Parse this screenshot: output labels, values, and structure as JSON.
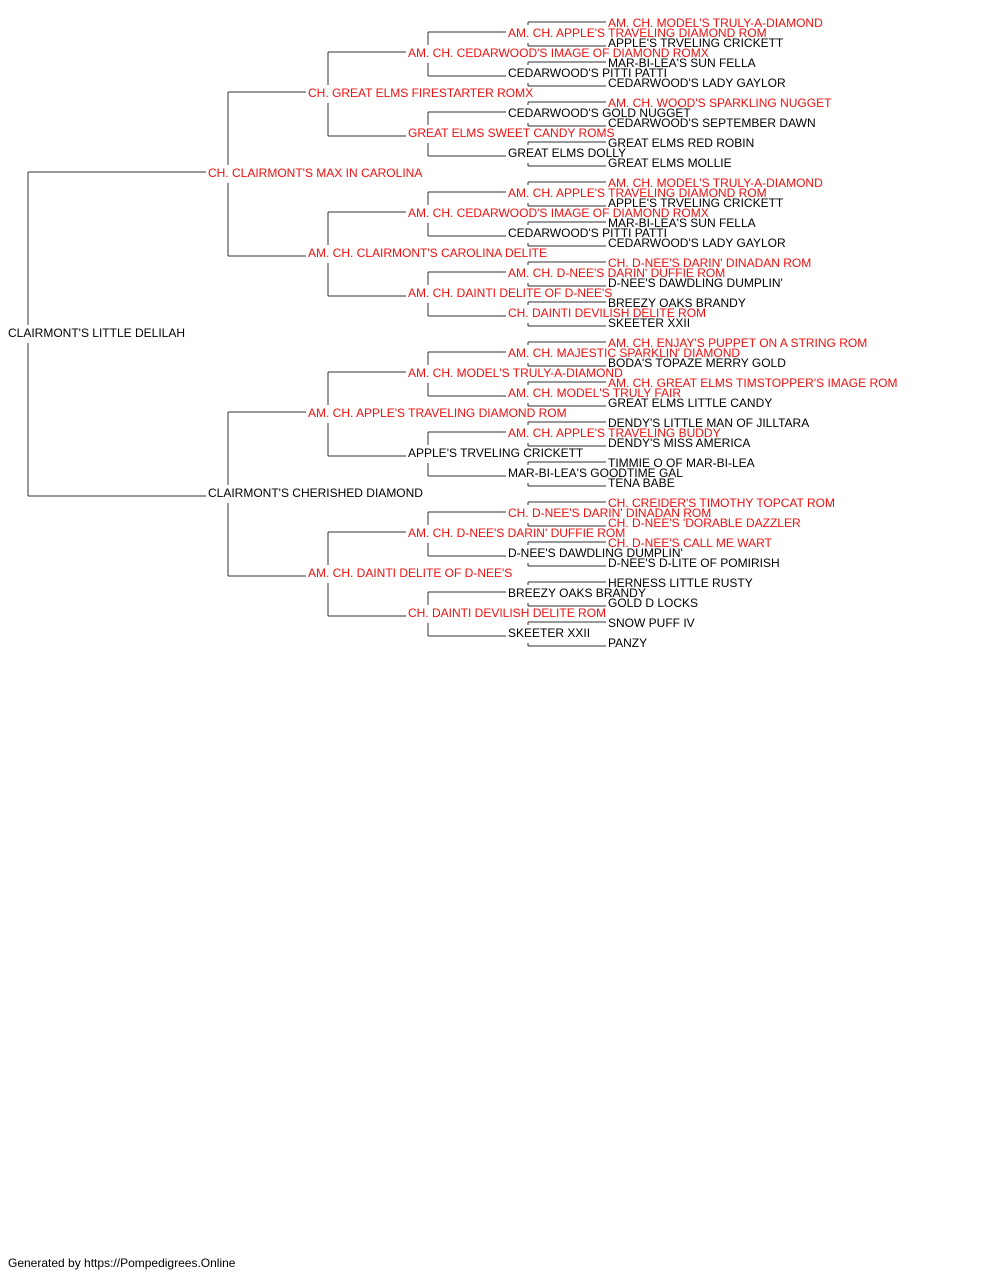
{
  "colors": {
    "champion": "#ee1111",
    "regular": "#000000",
    "line": "#333333"
  },
  "pedigree": {
    "name": "CLAIRMONT'S LITTLE DELILAH",
    "champion": false,
    "sire": {
      "name": "CH. CLAIRMONT'S MAX IN CAROLINA",
      "champion": true,
      "sire": {
        "name": "CH. GREAT ELMS FIRESTARTER ROMX",
        "champion": true,
        "sire": {
          "name": "AM. CH. CEDARWOOD'S IMAGE OF DIAMOND ROMX",
          "champion": true,
          "sire": {
            "name": "AM. CH. APPLE'S TRAVELING DIAMOND ROM",
            "champion": true,
            "sire": {
              "name": "AM. CH. MODEL'S TRULY-A-DIAMOND",
              "champion": true
            },
            "dam": {
              "name": "APPLE'S TRVELING CRICKETT",
              "champion": false
            }
          },
          "dam": {
            "name": "CEDARWOOD'S PITTI PATTI",
            "champion": false,
            "sire": {
              "name": "MAR-BI-LEA'S SUN FELLA",
              "champion": false
            },
            "dam": {
              "name": "CEDARWOOD'S LADY GAYLOR",
              "champion": false
            }
          }
        },
        "dam": {
          "name": "GREAT ELMS SWEET CANDY ROMS",
          "champion": true,
          "sire": {
            "name": "CEDARWOOD'S GOLD NUGGET",
            "champion": false,
            "sire": {
              "name": "AM. CH. WOOD'S SPARKLING NUGGET",
              "champion": true
            },
            "dam": {
              "name": "CEDARWOOD'S SEPTEMBER DAWN",
              "champion": false
            }
          },
          "dam": {
            "name": "GREAT ELMS DOLLY",
            "champion": false,
            "sire": {
              "name": "GREAT ELMS RED ROBIN",
              "champion": false
            },
            "dam": {
              "name": "GREAT ELMS MOLLIE",
              "champion": false
            }
          }
        }
      },
      "dam": {
        "name": "AM. CH. CLAIRMONT'S CAROLINA DELITE",
        "champion": true,
        "sire": {
          "name": "AM. CH. CEDARWOOD'S IMAGE OF DIAMOND ROMX",
          "champion": true,
          "sire": {
            "name": "AM. CH. APPLE'S TRAVELING DIAMOND ROM",
            "champion": true,
            "sire": {
              "name": "AM. CH. MODEL'S TRULY-A-DIAMOND",
              "champion": true
            },
            "dam": {
              "name": "APPLE'S TRVELING CRICKETT",
              "champion": false
            }
          },
          "dam": {
            "name": "CEDARWOOD'S PITTI PATTI",
            "champion": false,
            "sire": {
              "name": "MAR-BI-LEA'S SUN FELLA",
              "champion": false
            },
            "dam": {
              "name": "CEDARWOOD'S LADY GAYLOR",
              "champion": false
            }
          }
        },
        "dam": {
          "name": "AM. CH. DAINTI DELITE OF D-NEE'S",
          "champion": true,
          "sire": {
            "name": "AM. CH. D-NEE'S DARIN' DUFFIE ROM",
            "champion": true,
            "sire": {
              "name": "CH. D-NEE'S DARIN' DINADAN ROM",
              "champion": true
            },
            "dam": {
              "name": "D-NEE'S DAWDLING DUMPLIN'",
              "champion": false
            }
          },
          "dam": {
            "name": "CH. DAINTI DEVILISH DELITE ROM",
            "champion": true,
            "sire": {
              "name": "BREEZY OAKS BRANDY",
              "champion": false
            },
            "dam": {
              "name": "SKEETER XXII",
              "champion": false
            }
          }
        }
      }
    },
    "dam": {
      "name": "CLAIRMONT'S CHERISHED DIAMOND",
      "champion": false,
      "sire": {
        "name": "AM. CH. APPLE'S TRAVELING DIAMOND ROM",
        "champion": true,
        "sire": {
          "name": "AM. CH. MODEL'S TRULY-A-DIAMOND",
          "champion": true,
          "sire": {
            "name": "AM. CH. MAJESTIC SPARKLIN' DIAMOND",
            "champion": true,
            "sire": {
              "name": "AM. CH. ENJAY'S PUPPET ON A STRING ROM",
              "champion": true
            },
            "dam": {
              "name": "BODA'S TOPAZE MERRY GOLD",
              "champion": false
            }
          },
          "dam": {
            "name": "AM. CH. MODEL'S TRULY FAIR",
            "champion": true,
            "sire": {
              "name": "AM. CH. GREAT ELMS TIMSTOPPER'S IMAGE ROM",
              "champion": true
            },
            "dam": {
              "name": "GREAT ELMS LITTLE CANDY",
              "champion": false
            }
          }
        },
        "dam": {
          "name": "APPLE'S TRVELING CRICKETT",
          "champion": false,
          "sire": {
            "name": "AM. CH. APPLE'S TRAVELING BUDDY",
            "champion": true,
            "sire": {
              "name": "DENDY'S LITTLE MAN OF JILLTARA",
              "champion": false
            },
            "dam": {
              "name": "DENDY'S MISS AMERICA",
              "champion": false
            }
          },
          "dam": {
            "name": "MAR-BI-LEA'S GOODTIME GAL",
            "champion": false,
            "sire": {
              "name": "TIMMIE O OF MAR-BI-LEA",
              "champion": false
            },
            "dam": {
              "name": "TENA BABE",
              "champion": false
            }
          }
        }
      },
      "dam": {
        "name": "AM. CH. DAINTI DELITE OF D-NEE'S",
        "champion": true,
        "sire": {
          "name": "AM. CH. D-NEE'S DARIN' DUFFIE ROM",
          "champion": true,
          "sire": {
            "name": "CH. D-NEE'S DARIN' DINADAN ROM",
            "champion": true,
            "sire": {
              "name": "CH. CREIDER'S TIMOTHY TOPCAT ROM",
              "champion": true
            },
            "dam": {
              "name": "CH. D-NEE'S 'DORABLE DAZZLER",
              "champion": true
            }
          },
          "dam": {
            "name": "D-NEE'S DAWDLING DUMPLIN'",
            "champion": false,
            "sire": {
              "name": "CH. D-NEE'S CALL ME WART",
              "champion": true
            },
            "dam": {
              "name": "D-NEE'S D-LITE OF POMIRISH",
              "champion": false
            }
          }
        },
        "dam": {
          "name": "CH. DAINTI DEVILISH DELITE ROM",
          "champion": true,
          "sire": {
            "name": "BREEZY OAKS BRANDY",
            "champion": false,
            "sire": {
              "name": "HERNESS LITTLE RUSTY",
              "champion": false
            },
            "dam": {
              "name": "GOLD D LOCKS",
              "champion": false
            }
          },
          "dam": {
            "name": "SKEETER XXII",
            "champion": false,
            "sire": {
              "name": "SNOW PUFF IV",
              "champion": false
            },
            "dam": {
              "name": "PANZY",
              "champion": false
            }
          }
        }
      }
    }
  },
  "footer": "Generated by https://Pompedigrees.Online"
}
